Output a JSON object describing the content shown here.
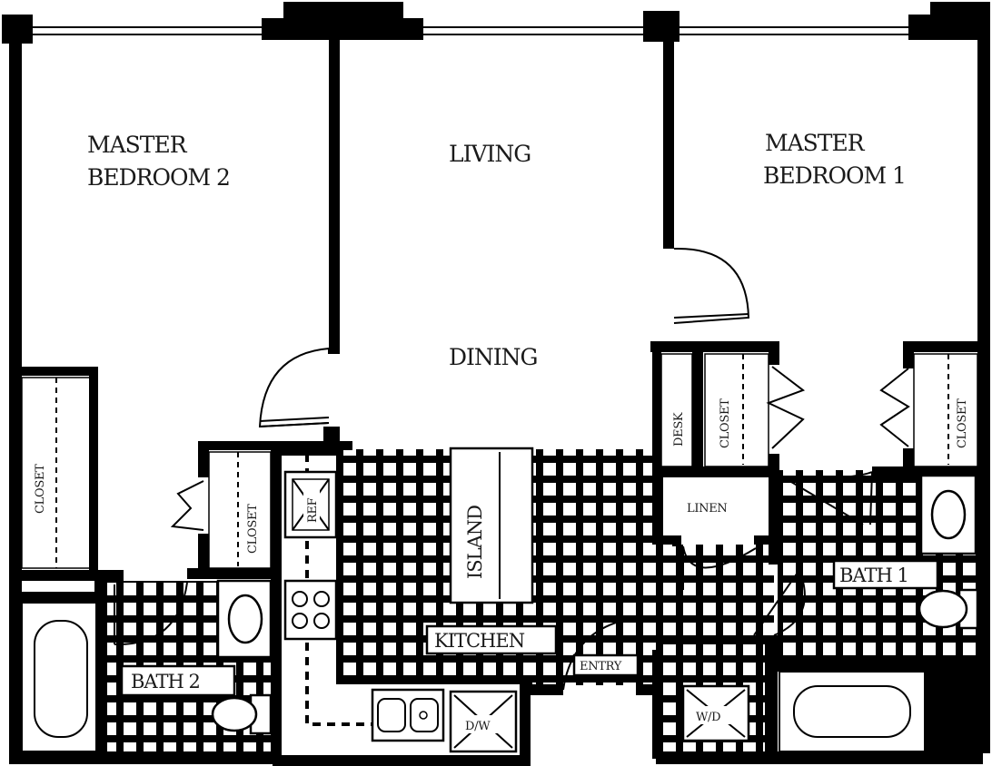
{
  "rooms": {
    "master_bedroom_2": [
      "MASTER",
      "BEDROOM 2"
    ],
    "living": "LIVING",
    "master_bedroom_1": [
      "MASTER",
      "BEDROOM 1"
    ],
    "dining": "DINING",
    "island": "ISLAND",
    "kitchen": "KITCHEN",
    "entry": "ENTRY",
    "linen": "LINEN",
    "bath_1": "BATH 1",
    "bath_2": "BATH 2",
    "desk": "DESK",
    "closet": "CLOSET",
    "ref": "REF",
    "dw": "D/W",
    "wd": "W/D"
  }
}
